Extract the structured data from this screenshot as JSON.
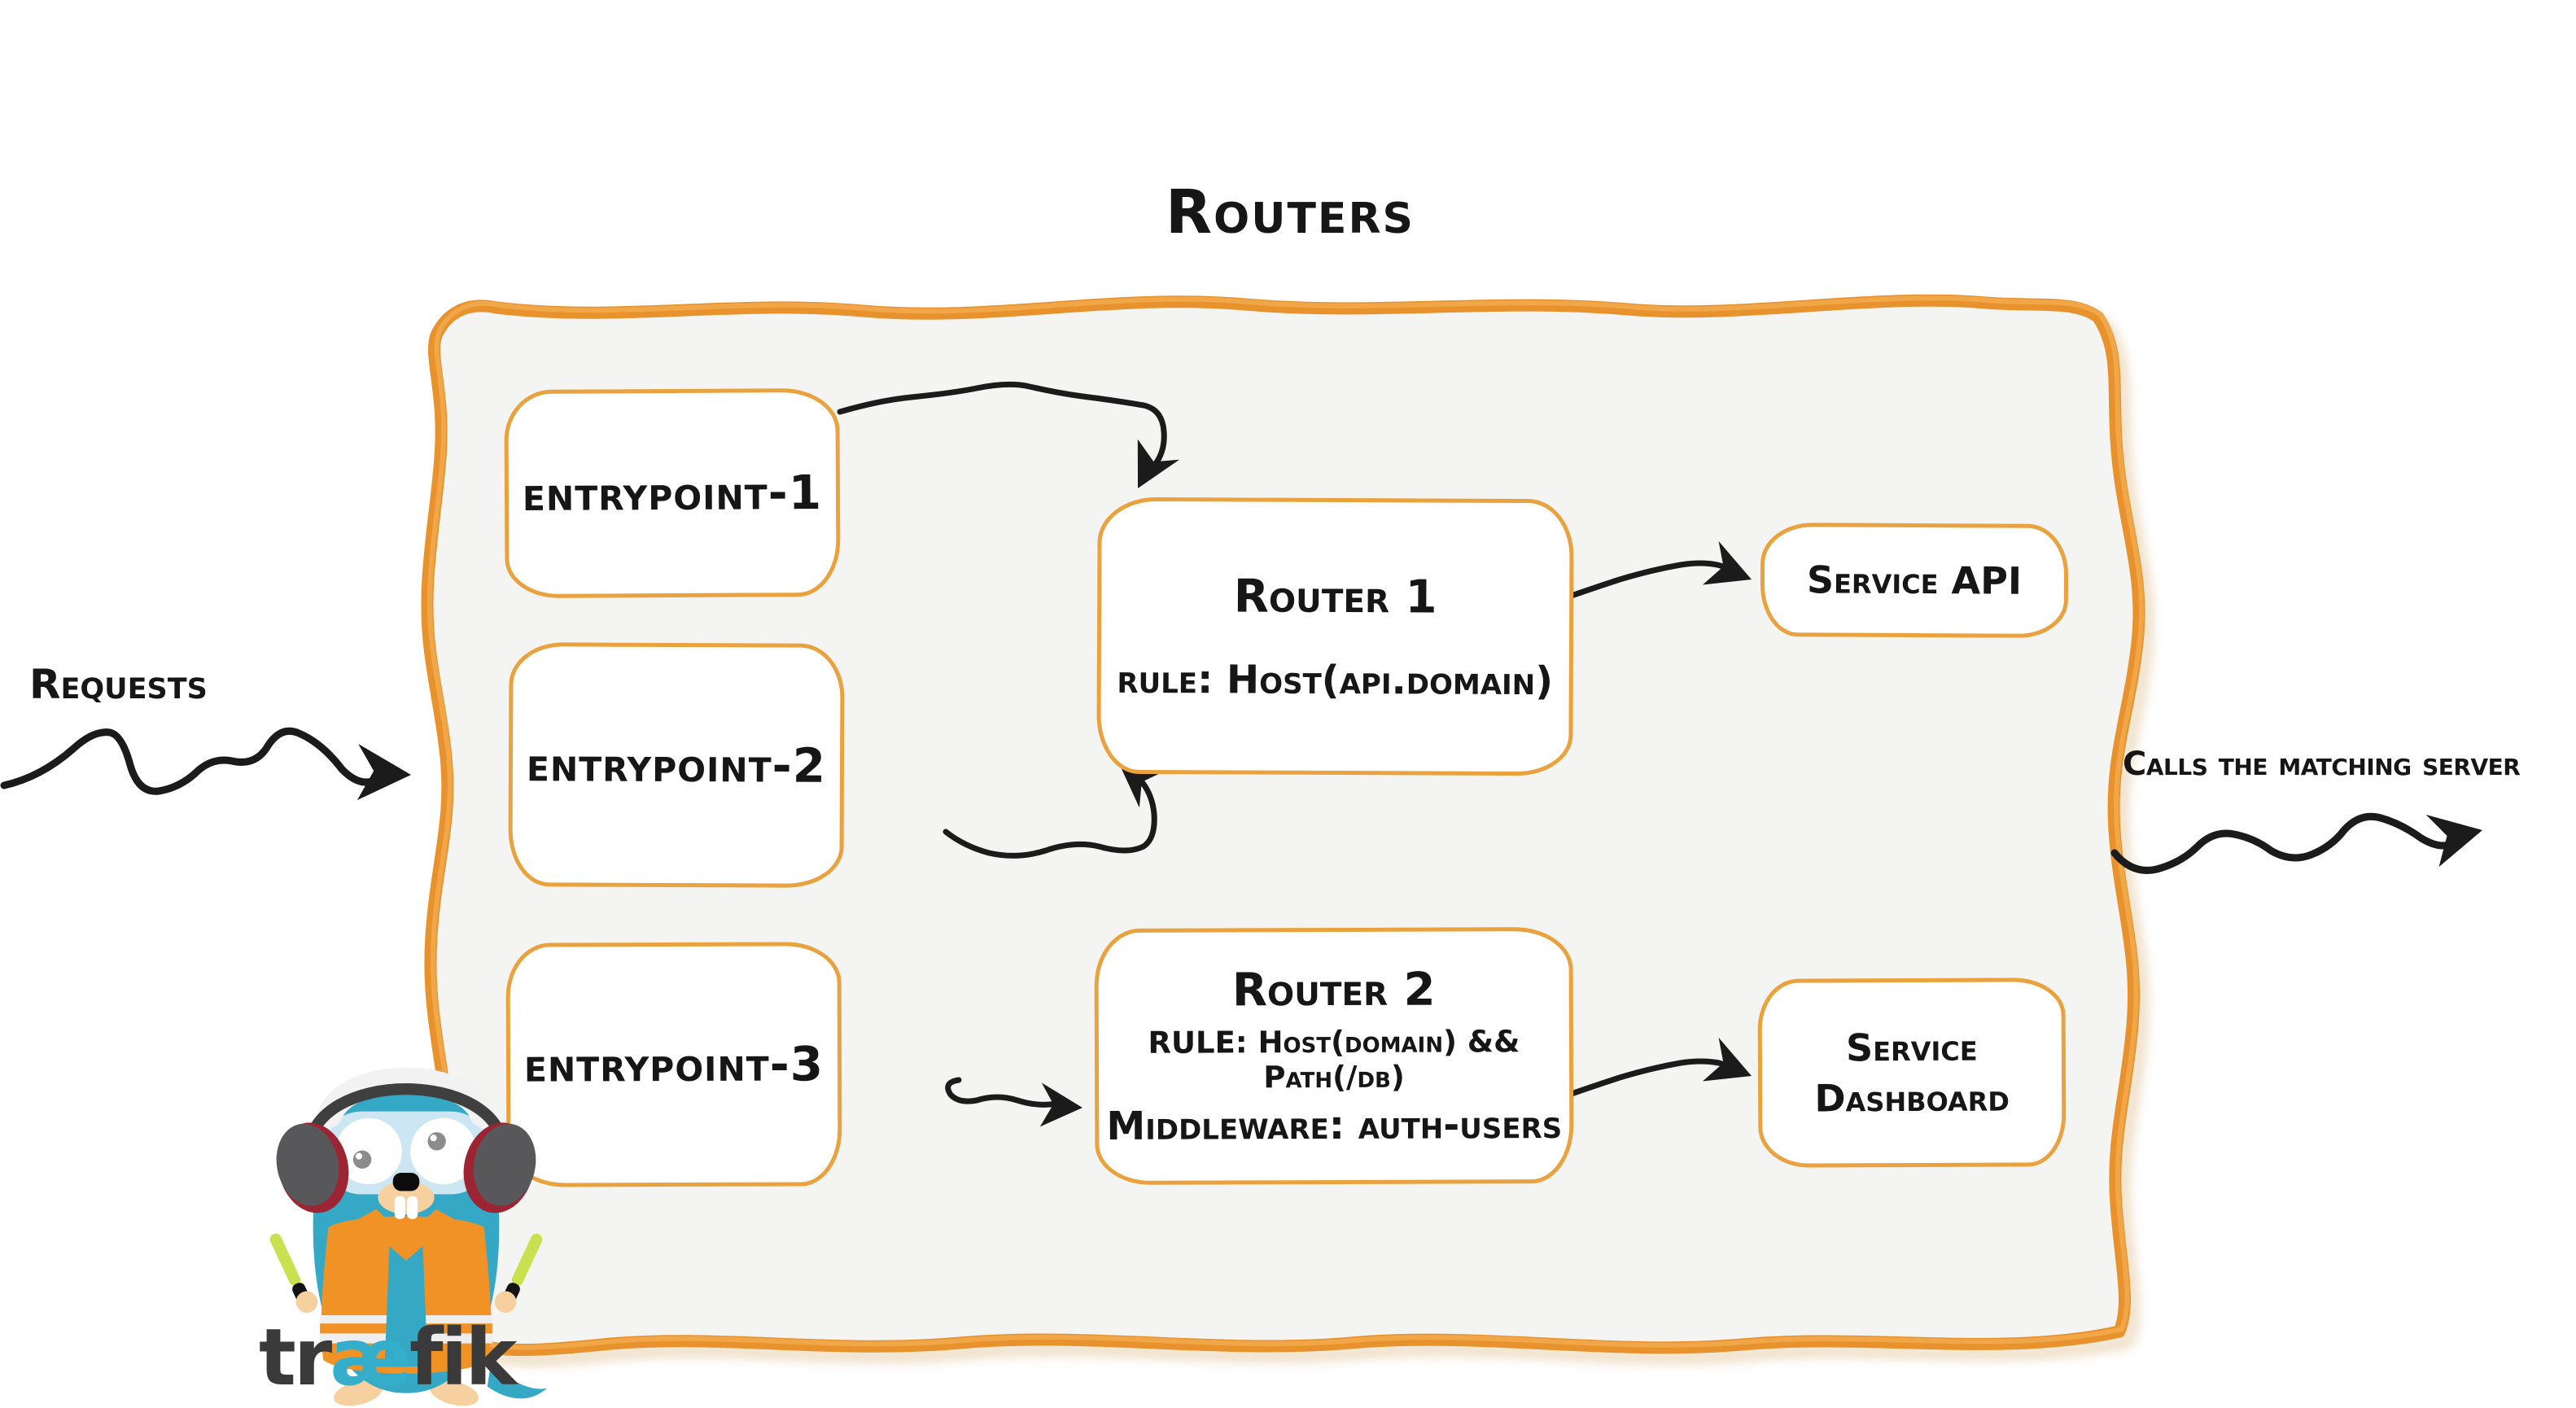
{
  "title": "Routers",
  "labels": {
    "requests": "Requests",
    "calls": "Calls the matching server"
  },
  "entrypoints": [
    {
      "label": "entrypoint-1"
    },
    {
      "label": "entrypoint-2"
    },
    {
      "label": "entrypoint-3"
    }
  ],
  "routers": [
    {
      "name": "Router 1",
      "rule": "rule: Host(api.domain)"
    },
    {
      "name": "Router 2",
      "rule": "RULE: Host(domain) && Path(/db)",
      "middleware": "Middleware: auth-users"
    }
  ],
  "services": [
    {
      "line1": "Service API"
    },
    {
      "line1": "Service",
      "line2": "Dashboard"
    }
  ],
  "logo": {
    "wordmark_pre": "tr",
    "wordmark_ae": "æ",
    "wordmark_post": "fik"
  },
  "colors": {
    "panel_border_orange": "#e8922d",
    "box_border_orange": "#e9a23d",
    "panel_fill": "#f4f4f3",
    "ink": "#161616",
    "traefik_blue": "#35a8c6",
    "wordmark_gray": "#3a3a3a"
  }
}
